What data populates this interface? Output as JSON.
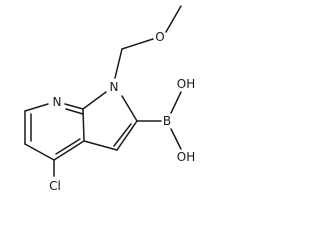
{
  "molecule": {
    "atoms": {
      "methyl_o": "O",
      "ring_n": "N",
      "pyridine_n": "N",
      "boron": "B",
      "hydroxyl_top": "OH",
      "hydroxyl_bottom": "OH",
      "chlorine": "Cl"
    }
  }
}
